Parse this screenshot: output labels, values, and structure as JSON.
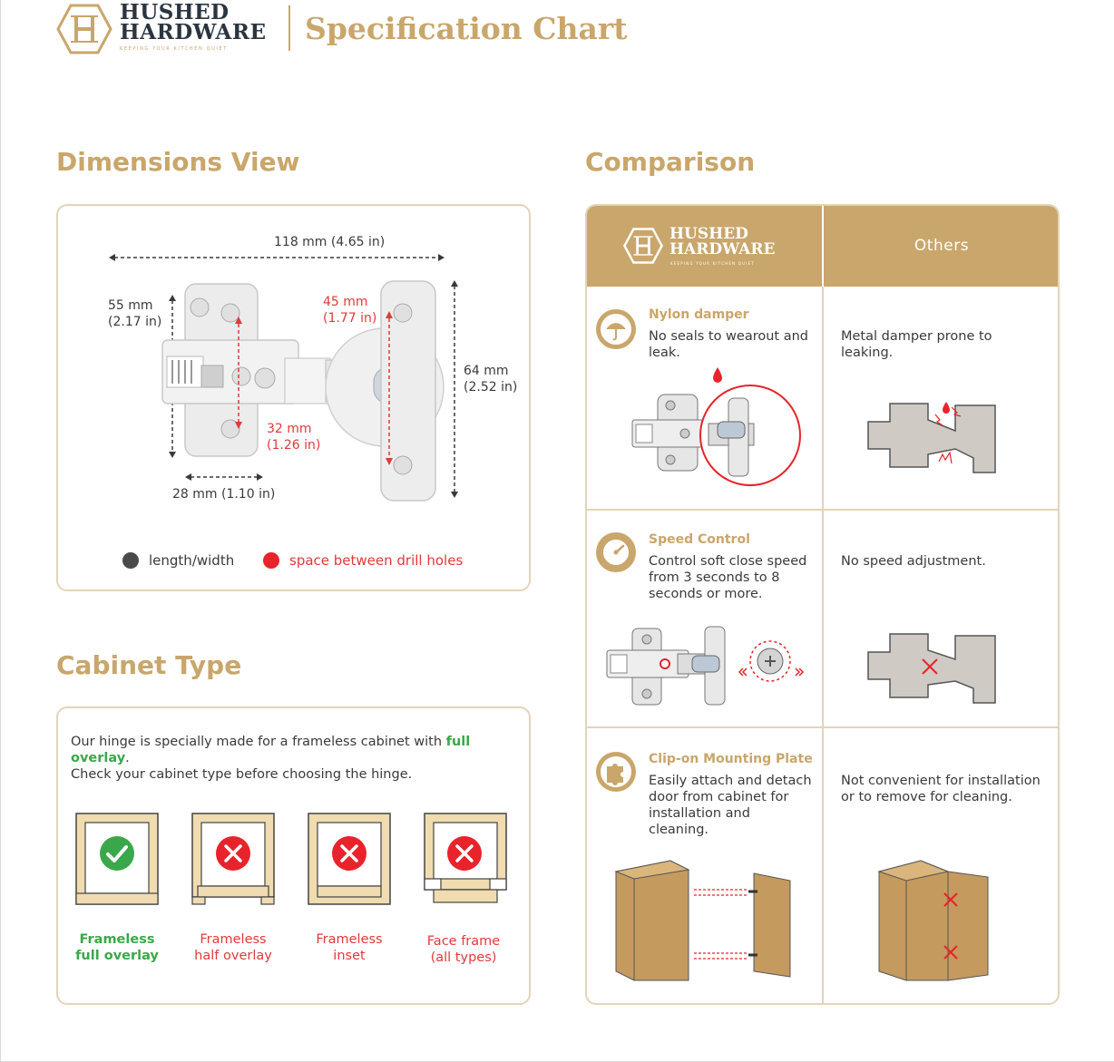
{
  "header": {
    "brand_line1": "HUSHED",
    "brand_line2": "HARDWARE",
    "tagline": "KEEPING YOUR KITCHEN QUIET",
    "title": "Specification Chart"
  },
  "dimensions": {
    "title": "Dimensions View",
    "width_total": "118 mm (4.65 in)",
    "height_left_mm": "55 mm",
    "height_left_in": "(2.17 in)",
    "red_right_mm": "45 mm",
    "red_right_in": "(1.77 in)",
    "height_right_mm": "64 mm",
    "height_right_in": "(2.52 in)",
    "red_left_mm": "32 mm",
    "red_left_in": "(1.26 in)",
    "base_width": "28 mm (1.10 in)",
    "legend": [
      {
        "label": "length/width",
        "color": "#4a4a4a"
      },
      {
        "label": "space between drill holes",
        "color": "#e8232b"
      }
    ]
  },
  "cabinet": {
    "title": "Cabinet Type",
    "intro_before": "Our hinge is specially made for a frameless cabinet with ",
    "intro_highlight": "full overlay",
    "intro_after": ".",
    "intro_line2": "Check your cabinet type before choosing the hinge.",
    "types": [
      {
        "line1": "Frameless",
        "line2": "full overlay",
        "status": "ok"
      },
      {
        "line1": "Frameless",
        "line2": "half overlay",
        "status": "bad"
      },
      {
        "line1": "Frameless",
        "line2": "inset",
        "status": "bad"
      },
      {
        "line1": "Face frame",
        "line2": "(all types)",
        "status": "bad"
      }
    ]
  },
  "comparison": {
    "title": "Comparison",
    "head_brand1": "HUSHED",
    "head_brand2": "HARDWARE",
    "head_tagline": "KEEPING YOUR KITCHEN QUIET",
    "others_label": "Others",
    "rows": [
      {
        "icon": "umbrella-icon",
        "feature": "Nylon damper",
        "desc": "No seals to wearout and leak.",
        "others": "Metal damper prone to leaking."
      },
      {
        "icon": "speedometer-icon",
        "feature": "Speed Control",
        "desc": "Control soft close speed from 3 seconds to 8 seconds or more.",
        "others": "No speed adjustment."
      },
      {
        "icon": "puzzle-icon",
        "feature": "Clip-on Mounting Plate",
        "desc": "Easily attach and detach door from cabinet for installation and cleaning.",
        "others": "Not convenient for installation or to remove for cleaning."
      }
    ]
  },
  "colors": {
    "accent": "#c9a66b",
    "ok": "#3aa84a",
    "bad": "#e8232b",
    "text": "#3a3a3a",
    "wood": "#c49a5e"
  }
}
